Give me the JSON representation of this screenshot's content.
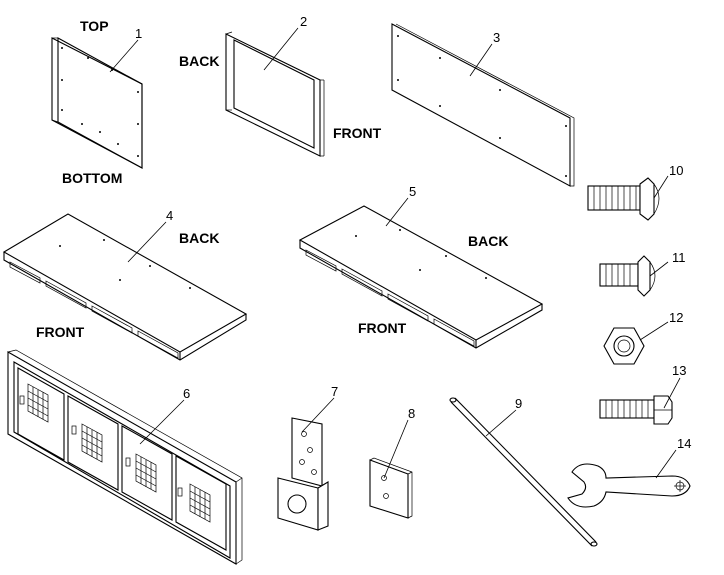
{
  "labels": {
    "top": "TOP",
    "bottom": "BOTTOM",
    "back_2": "BACK",
    "front_2": "FRONT",
    "back_4": "BACK",
    "front_4": "FRONT",
    "back_5": "BACK",
    "front_5": "FRONT"
  },
  "parts": [
    "1",
    "2",
    "3",
    "4",
    "5",
    "6",
    "7",
    "8",
    "9",
    "10",
    "11",
    "12",
    "13",
    "14"
  ]
}
